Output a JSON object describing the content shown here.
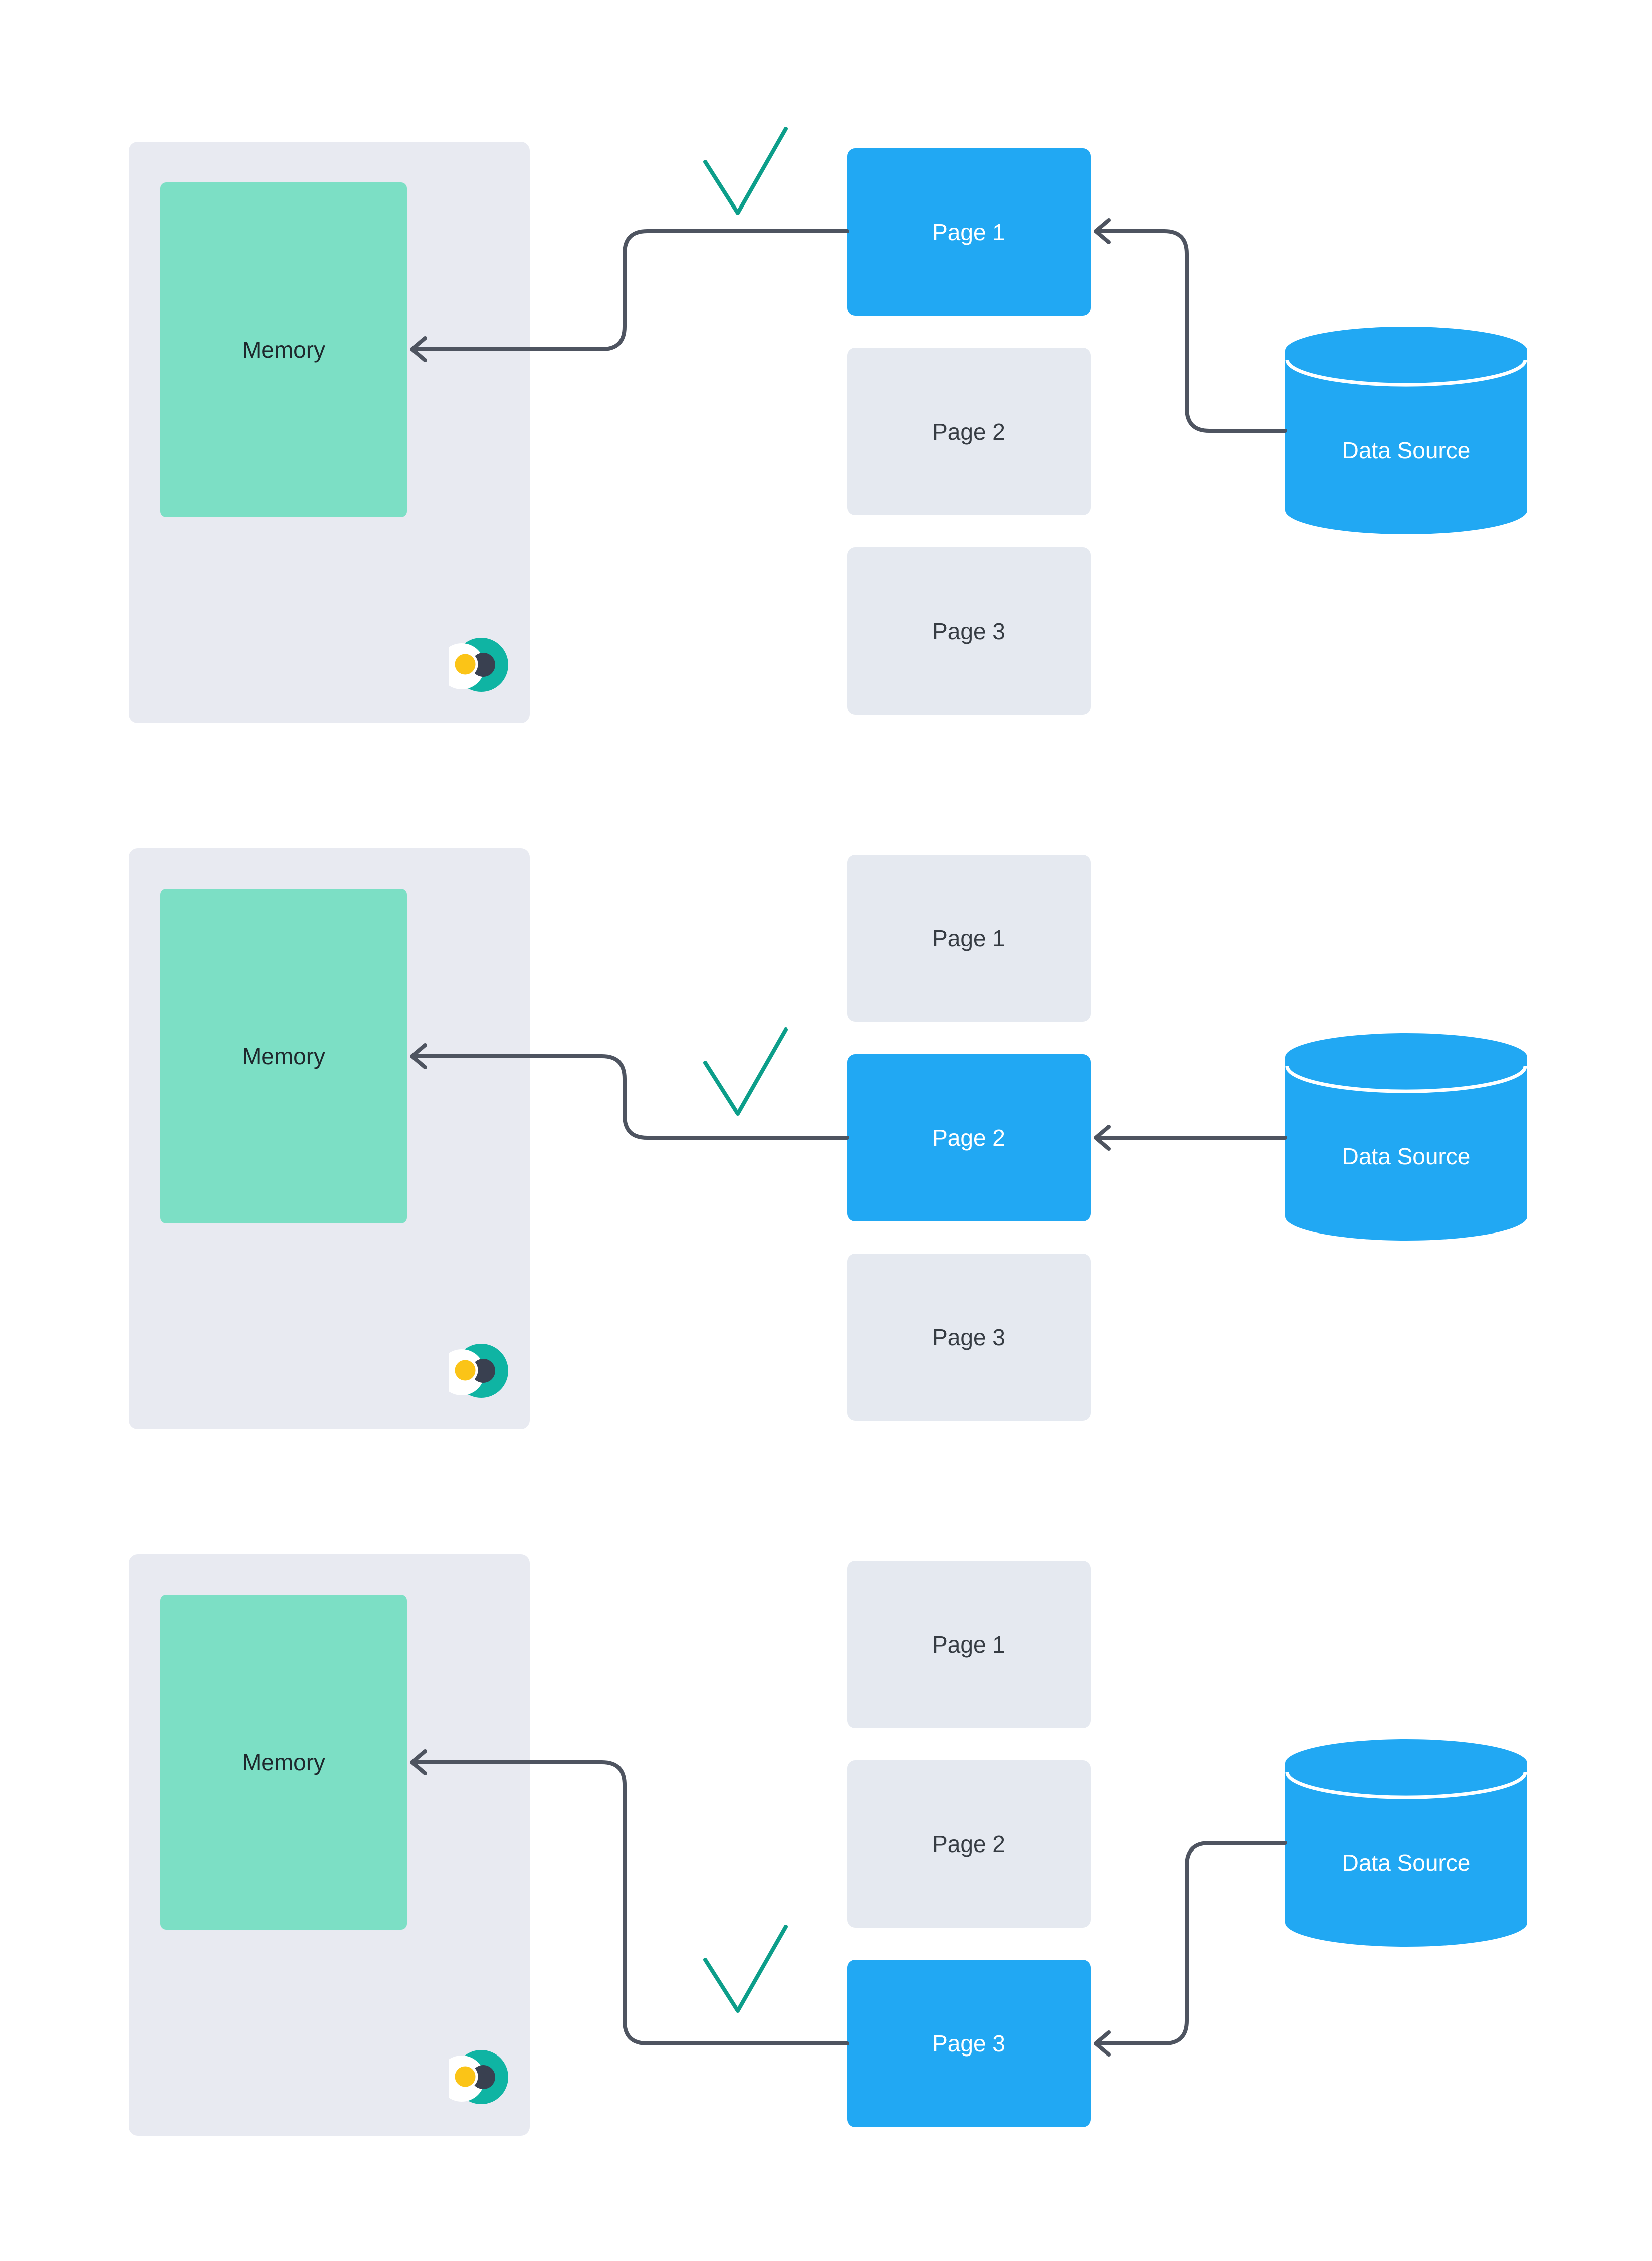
{
  "panels": [
    {
      "memory_label": "Memory",
      "datasource_label": "Data Source",
      "pages": [
        {
          "label": "Page 1",
          "active": true
        },
        {
          "label": "Page 2",
          "active": false
        },
        {
          "label": "Page 3",
          "active": false
        }
      ]
    },
    {
      "memory_label": "Memory",
      "datasource_label": "Data Source",
      "pages": [
        {
          "label": "Page 1",
          "active": false
        },
        {
          "label": "Page 2",
          "active": true
        },
        {
          "label": "Page 3",
          "active": false
        }
      ]
    },
    {
      "memory_label": "Memory",
      "datasource_label": "Data Source",
      "pages": [
        {
          "label": "Page 1",
          "active": false
        },
        {
          "label": "Page 2",
          "active": false
        },
        {
          "label": "Page 3",
          "active": true
        }
      ]
    }
  ],
  "icons": {
    "checkmark": "checkmark",
    "datasource": "database-cylinder",
    "logo": "eclipse-dot-logo",
    "arrowhead": "left-arrowhead"
  },
  "colors": {
    "accent_blue": "#21A8F3",
    "memory_teal": "#7CDFC5",
    "panel_gray": "#E8EAF1",
    "page_gray": "#E5E9F0",
    "arrow_gray": "#4E5460",
    "check_green": "#0C9E8A",
    "logo_teal": "#0FB4A3",
    "logo_yellow": "#FBC417",
    "logo_dark": "#394050"
  }
}
